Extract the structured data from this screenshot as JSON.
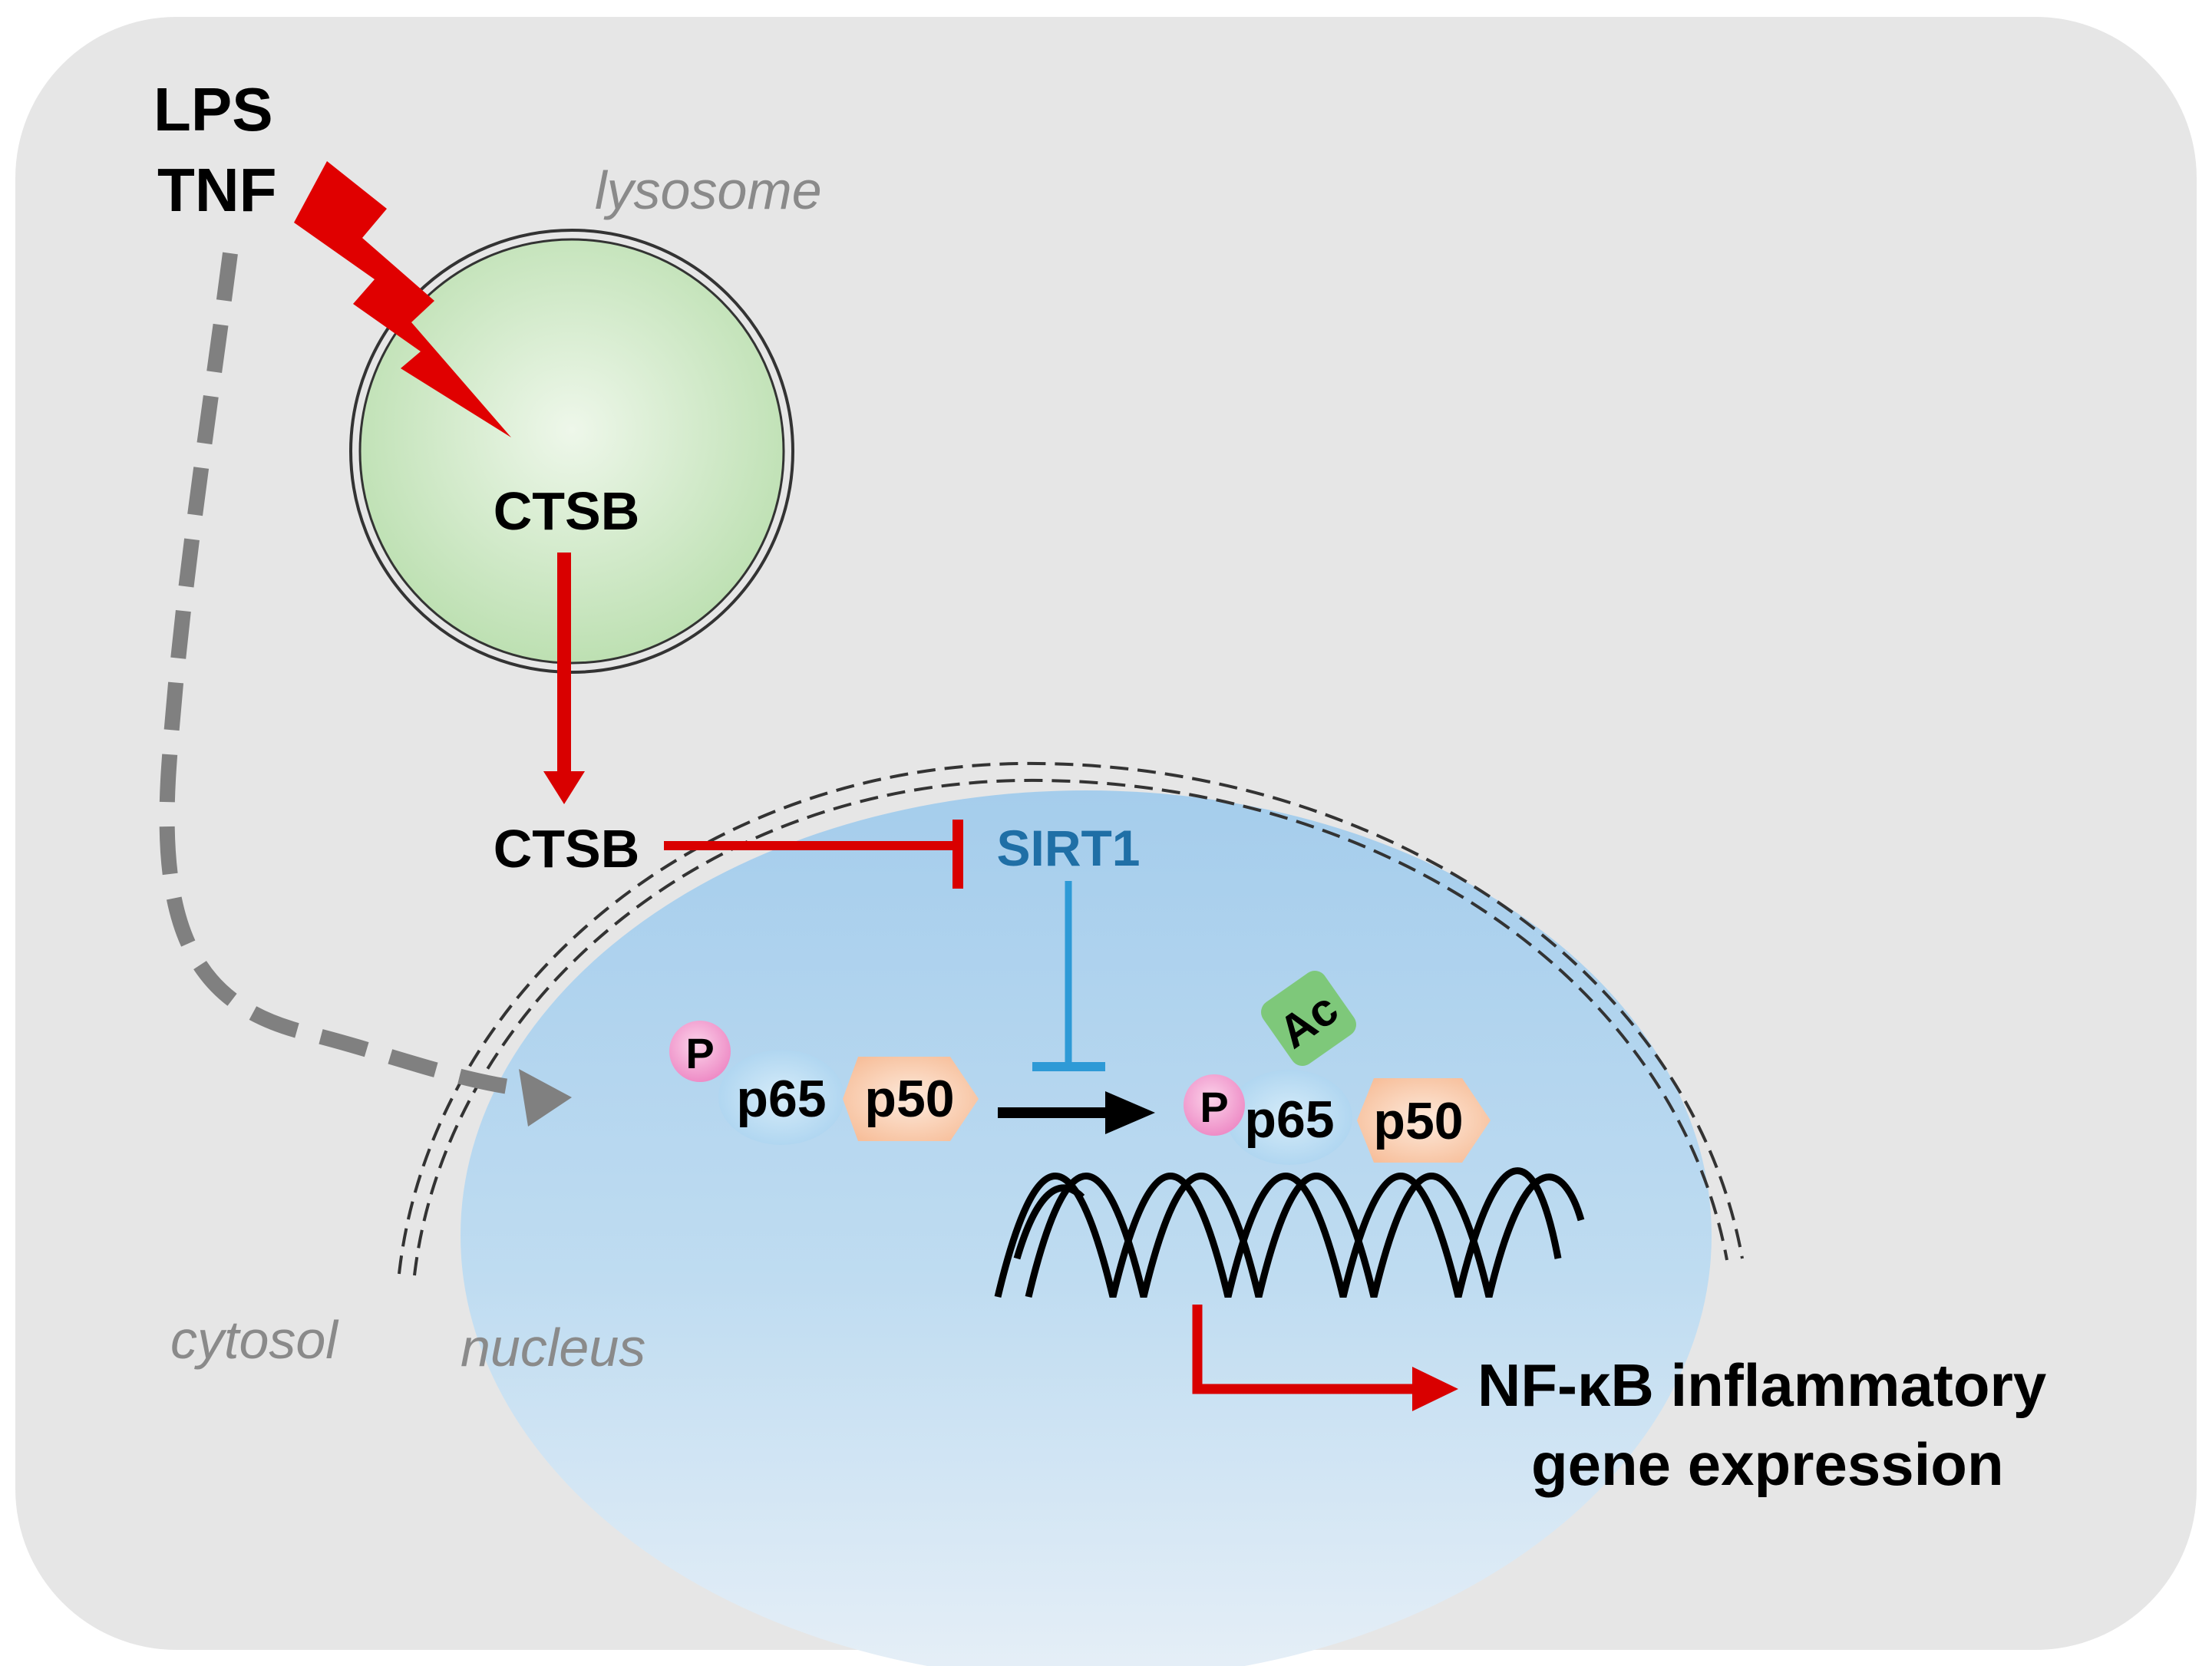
{
  "labels": {
    "stimulus_line1": "LPS",
    "stimulus_line2": "TNF",
    "lysosome": "lysosome",
    "ctsb_lysosome": "CTSB",
    "ctsb_cytosol": "CTSB",
    "sirt1": "SIRT1",
    "cytosol": "cytosol",
    "nucleus": "nucleus",
    "phospho_left": "P",
    "p65_left": "p65",
    "p50_left": "p50",
    "phospho_right": "P",
    "acetyl": "Ac",
    "p65_right": "p65",
    "p50_right": "p50",
    "output_line1": "NF-κB inflammatory",
    "output_line2": "gene expression"
  },
  "colors": {
    "cell_background": "#e6e6e6",
    "lysosome_fill": "#c6e6bf",
    "nucleus_fill": "#b4d6ee",
    "activation_red": "#d90000",
    "sirt1_blue": "#2e9ad6",
    "sirt1_text": "#1f6fa6",
    "pathway_gray": "#808080",
    "phospho_pink": "#f09bd0",
    "acetyl_green": "#7ec87a",
    "p50_orange": "#f9c9a8",
    "label_gray": "#8a8a8a"
  }
}
